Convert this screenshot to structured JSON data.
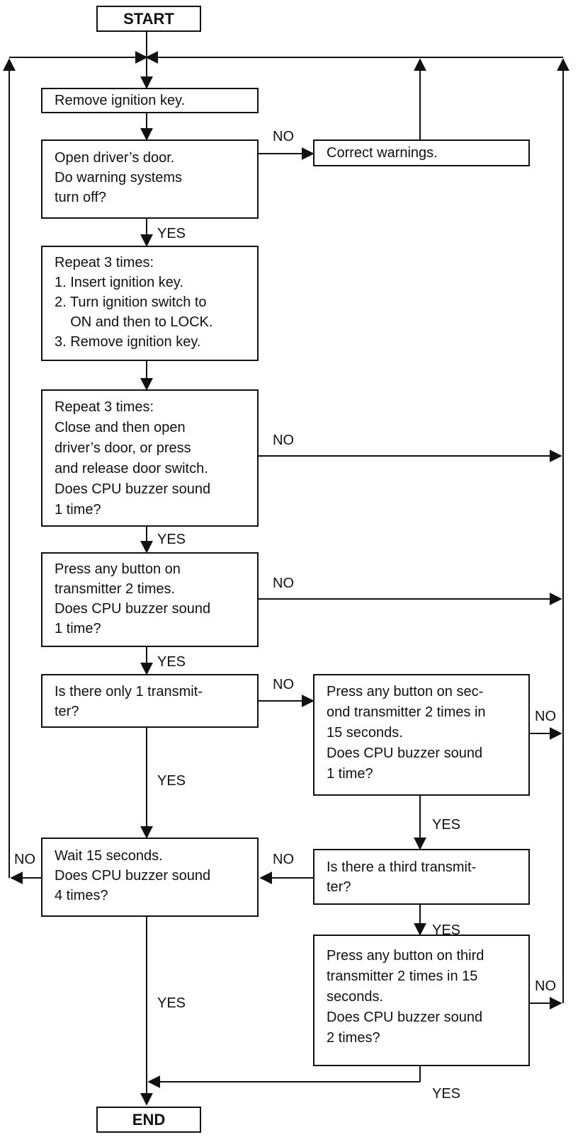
{
  "terminals": {
    "start": "START",
    "end": "END"
  },
  "steps": {
    "remove_key": "Remove ignition key.",
    "open_door": [
      "Open driver’s door.",
      "Do warning systems",
      "turn off?"
    ],
    "correct": "Correct warnings.",
    "repeat_key": [
      "Repeat 3 times:",
      "1. Insert ignition key.",
      "2. Turn ignition switch to",
      "    ON and then to LOCK.",
      "3. Remove ignition key."
    ],
    "repeat_door": [
      "Repeat 3 times:",
      "Close and then open",
      "driver’s door, or press",
      "and release door switch.",
      "Does CPU buzzer sound",
      "1 time?"
    ],
    "press_tx": [
      "Press any button on",
      "transmitter 2 times.",
      "Does CPU buzzer sound",
      "1 time?"
    ],
    "only_one": [
      "Is there only 1 transmit-",
      "ter?"
    ],
    "second_tx": [
      "Press any button on sec-",
      "ond transmitter 2 times in",
      "15 seconds.",
      "Does CPU buzzer sound",
      "1 time?"
    ],
    "wait": [
      "Wait 15 seconds.",
      "Does CPU buzzer sound",
      "4 times?"
    ],
    "third_q": [
      "Is there a third transmit-",
      "ter?"
    ],
    "third_tx": [
      "Press any button on third",
      "transmitter 2 times in 15",
      "seconds.",
      "Does CPU buzzer sound",
      "2 times?"
    ]
  },
  "labels": {
    "yes": "YES",
    "no": "NO"
  }
}
